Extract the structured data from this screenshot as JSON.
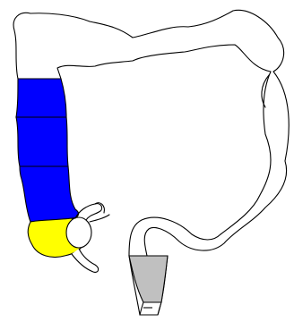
{
  "colors": {
    "background": "#ffffff",
    "outline": "#000000",
    "colon_fill": "#ffffff",
    "ascending_segments": "#0000ff",
    "cecum": "#ffff00",
    "terminal_ileum_appendix": "#ffffff",
    "distal_rectum": "#c0c0c0"
  },
  "diagram": {
    "subject": "large-intestine",
    "highlighted_regions": [
      {
        "region": "ascending-colon-upper",
        "fill": "#0000ff"
      },
      {
        "region": "ascending-colon-middle",
        "fill": "#0000ff"
      },
      {
        "region": "ascending-colon-lower",
        "fill": "#0000ff"
      },
      {
        "region": "cecum",
        "fill": "#ffff00"
      },
      {
        "region": "rectum-distal",
        "fill": "#c0c0c0"
      }
    ]
  }
}
